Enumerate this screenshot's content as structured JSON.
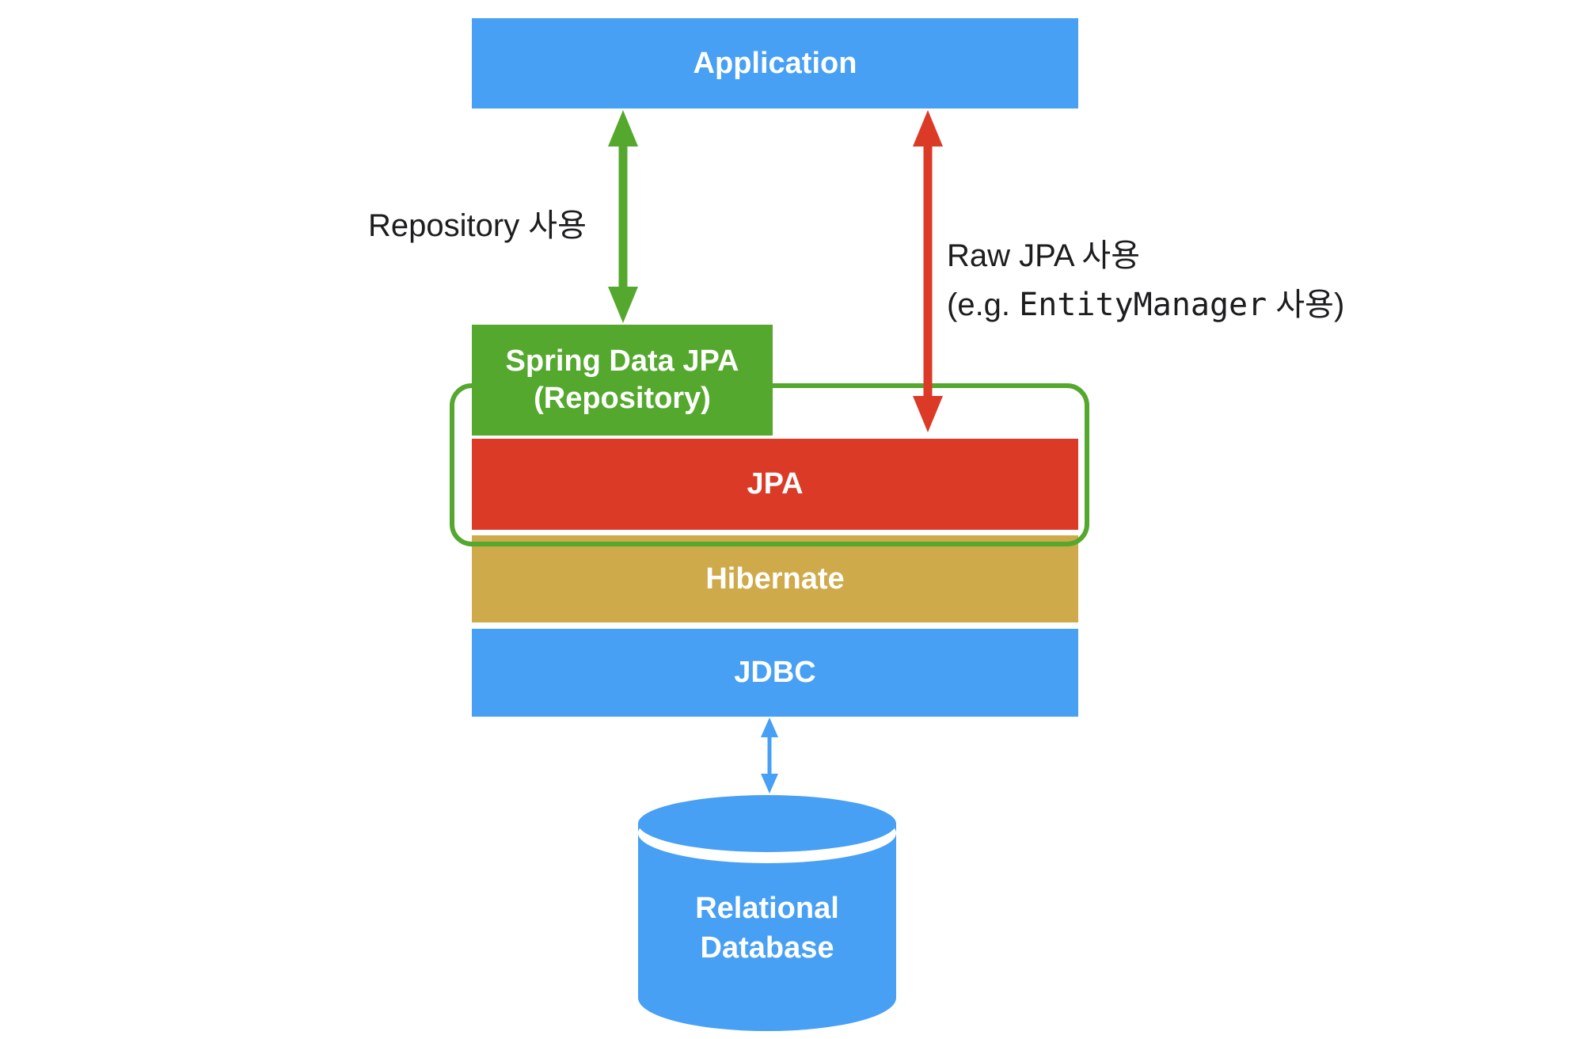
{
  "diagram_title": "Spring Data JPA architecture diagram",
  "colors": {
    "blue": "#47A0F3",
    "green": "#54A82D",
    "red": "#DB3A26",
    "gold": "#CFAA4A",
    "annotation_text": "#1d1d1f",
    "box_text": "#ffffff"
  },
  "boxes": {
    "application": {
      "label": "Application"
    },
    "spring_data_jpa": {
      "label_line1": "Spring Data JPA",
      "label_line2": "(Repository)"
    },
    "jpa": {
      "label": "JPA"
    },
    "hibernate": {
      "label": "Hibernate"
    },
    "jdbc": {
      "label": "JDBC"
    },
    "database": {
      "label_line1": "Relational",
      "label_line2": "Database"
    }
  },
  "annotations": {
    "repository_usage": "Repository 사용",
    "raw_jpa_line1": "Raw JPA 사용",
    "raw_jpa_line2_prefix": "(e.g. ",
    "raw_jpa_line2_code": "EntityManager",
    "raw_jpa_line2_suffix": " 사용)"
  },
  "arrows": [
    {
      "name": "repository-arrow",
      "color": "#54A82D",
      "from": "Application",
      "to": "Spring Data JPA (Repository)",
      "direction": "both"
    },
    {
      "name": "raw-jpa-arrow",
      "color": "#DB3A26",
      "from": "Application",
      "to": "JPA",
      "direction": "both"
    },
    {
      "name": "jdbc-db-arrow",
      "color": "#47A0F3",
      "from": "JDBC",
      "to": "Relational Database",
      "direction": "both"
    }
  ]
}
